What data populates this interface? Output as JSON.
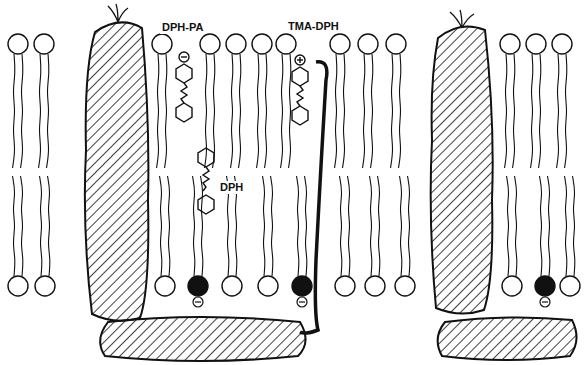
{
  "diagram": {
    "labels": [
      "DPH-PA",
      "TMA-DPH",
      "DPH"
    ]
  }
}
